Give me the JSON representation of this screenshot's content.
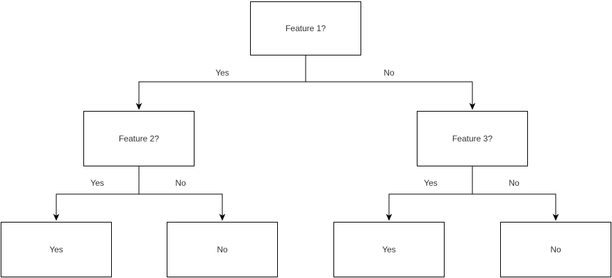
{
  "diagram": {
    "type": "decision-tree",
    "colors": {
      "stroke": "#000000",
      "text": "#333333",
      "node_fill": "#ffffff",
      "background": "#ffffff"
    },
    "nodes": {
      "feature1": {
        "label": "Feature 1?"
      },
      "feature2": {
        "label": "Feature 2?"
      },
      "feature3": {
        "label": "Feature 3?"
      },
      "leaf_left_yes": {
        "label": "Yes"
      },
      "leaf_left_no": {
        "label": "No"
      },
      "leaf_right_yes": {
        "label": "Yes"
      },
      "leaf_right_no": {
        "label": "No"
      }
    },
    "edges": {
      "root_yes": {
        "label": "Yes",
        "from": "feature1",
        "to": "feature2"
      },
      "root_no": {
        "label": "No",
        "from": "feature1",
        "to": "feature3"
      },
      "left_yes": {
        "label": "Yes",
        "from": "feature2",
        "to": "leaf_left_yes"
      },
      "left_no": {
        "label": "No",
        "from": "feature2",
        "to": "leaf_left_no"
      },
      "right_yes": {
        "label": "Yes",
        "from": "feature3",
        "to": "leaf_right_yes"
      },
      "right_no": {
        "label": "No",
        "from": "feature3",
        "to": "leaf_right_no"
      }
    }
  }
}
